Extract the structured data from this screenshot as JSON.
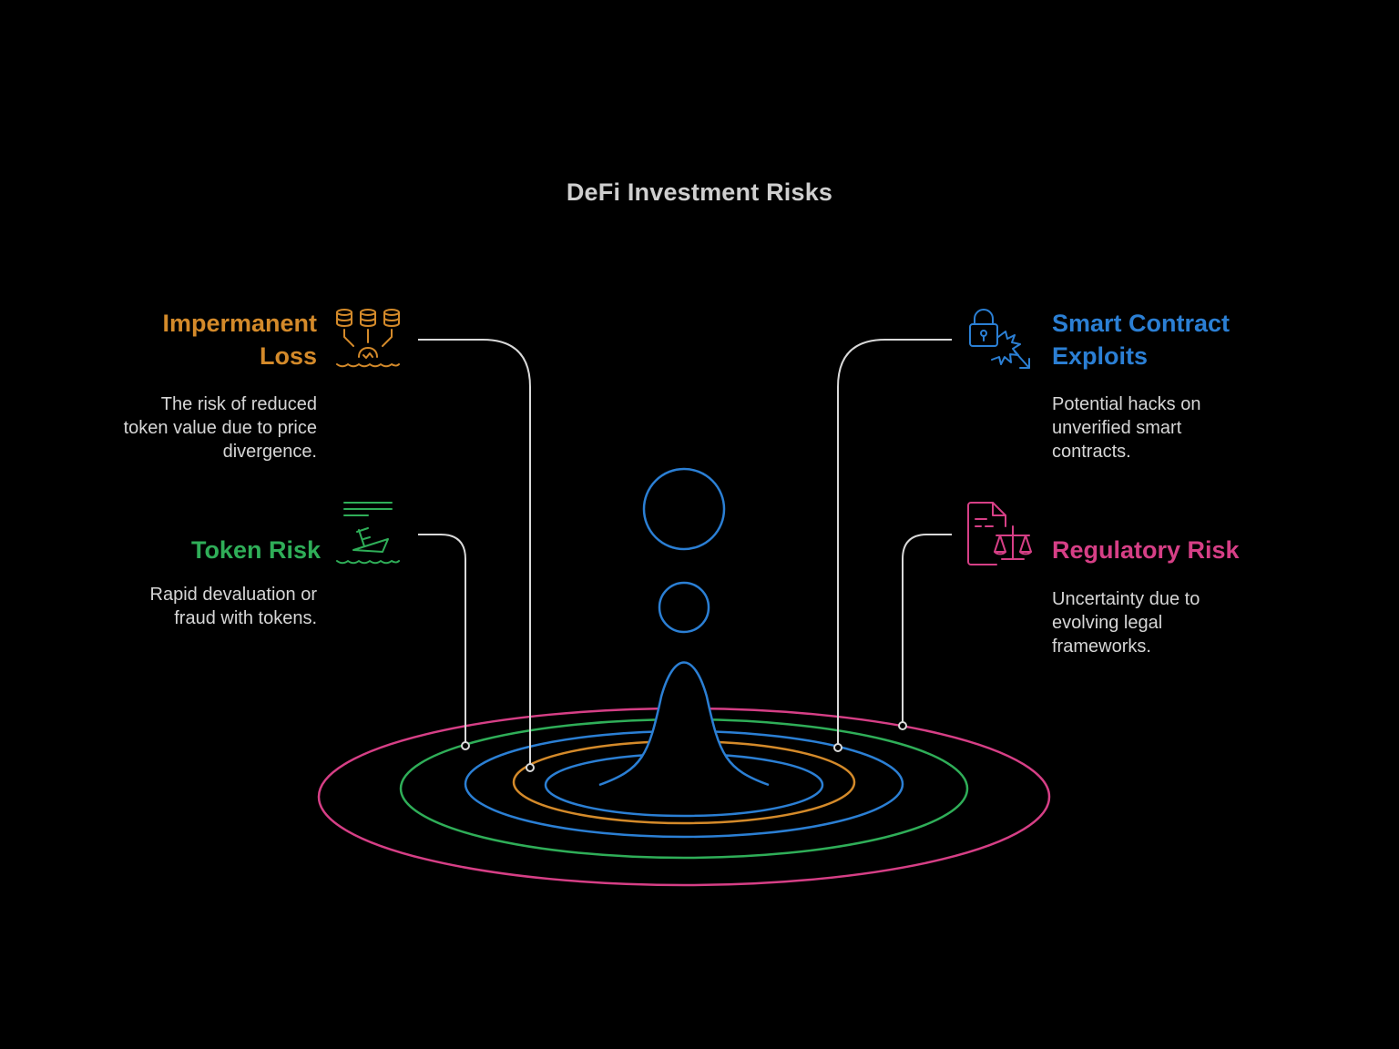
{
  "title": "DeFi Investment Risks",
  "colors": {
    "background": "#000000",
    "impermanent_loss": "#d48a2a",
    "token_risk": "#2fae58",
    "smart_contract": "#2b7fd4",
    "regulatory": "#d63f86",
    "connector": "#d9d9d9"
  },
  "risks": [
    {
      "id": "impermanent-loss",
      "title": "Impermanent Loss",
      "title_lines": [
        "Impermanent",
        "Loss"
      ],
      "description": "The risk of reduced token value due to price divergence.",
      "desc_lines": [
        "The risk of reduced",
        "token value due to price",
        "divergence."
      ],
      "icon": "coins-sinking-icon"
    },
    {
      "id": "token-risk",
      "title": "Token Risk",
      "title_lines": [
        "Token Risk"
      ],
      "description": "Rapid devaluation or fraud with tokens.",
      "desc_lines": [
        "Rapid devaluation or",
        "fraud with tokens."
      ],
      "icon": "sinking-ship-icon"
    },
    {
      "id": "smart-contract-exploits",
      "title": "Smart Contract Exploits",
      "title_lines": [
        "Smart Contract",
        "Exploits"
      ],
      "description": "Potential hacks on unverified smart contracts.",
      "desc_lines": [
        "Potential hacks on",
        "unverified smart",
        "contracts."
      ],
      "icon": "lock-breach-icon"
    },
    {
      "id": "regulatory-risk",
      "title": "Regulatory Risk",
      "title_lines": [
        "Regulatory Risk"
      ],
      "description": "Uncertainty due to evolving legal frameworks.",
      "desc_lines": [
        "Uncertainty due to",
        "evolving legal",
        "frameworks."
      ],
      "icon": "legal-document-scale-icon"
    }
  ]
}
